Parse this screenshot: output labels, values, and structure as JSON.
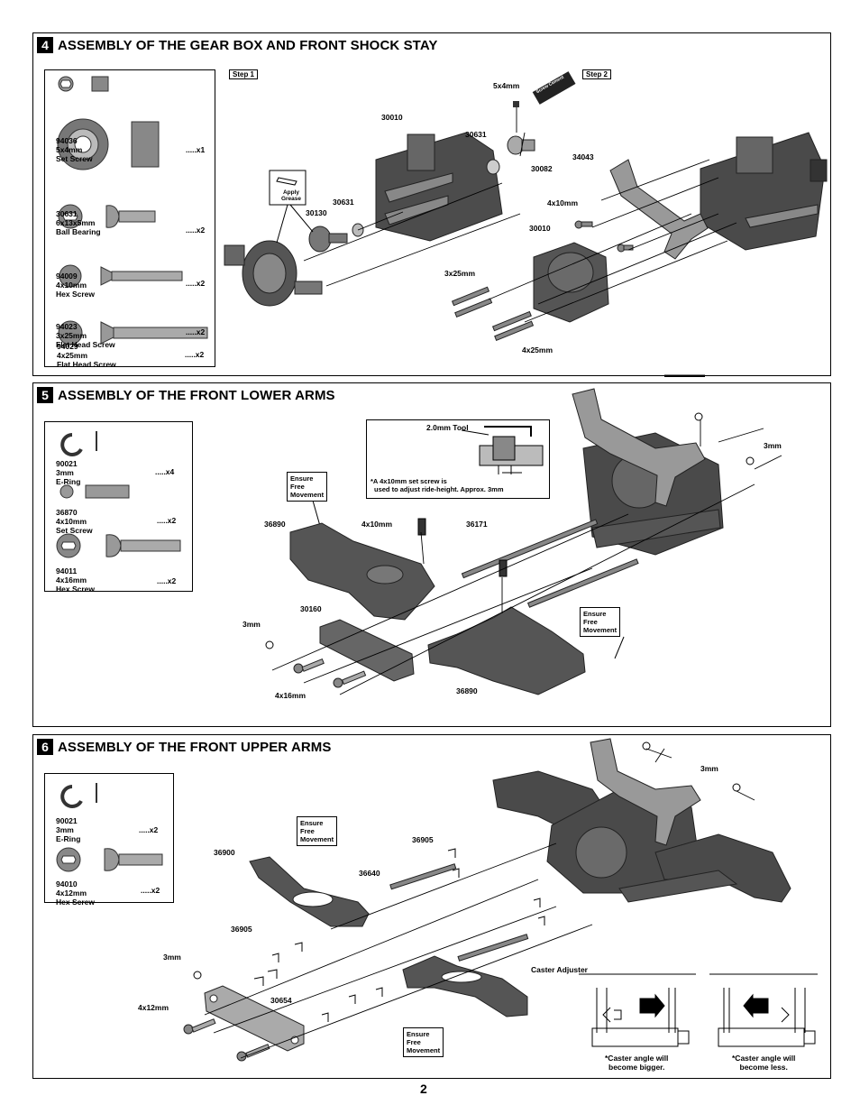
{
  "page_number": "2",
  "sections": [
    {
      "number": "4",
      "title": "ASSEMBLY OF THE GEAR BOX AND FRONT SHOCK STAY",
      "parts": [
        {
          "code": "94036",
          "size": "5x4mm",
          "name": "Set Screw",
          "qty": ".....x1"
        },
        {
          "code": "30631",
          "size": "6x13x5mm",
          "name": "Ball Bearing",
          "qty": ".....x2"
        },
        {
          "code": "94009",
          "size": "4x10mm",
          "name": "Hex Screw",
          "qty": ".....x2"
        },
        {
          "code": "94023",
          "size": "3x25mm",
          "name": "Flat Head Screw",
          "qty": ".....x2"
        },
        {
          "code": "94029",
          "size": "4x25mm",
          "name": "Flat Head Screw",
          "qty": ".....x2"
        }
      ],
      "step1": "Step 1",
      "step2": "Step 2",
      "apply_grease": "Apply Grease",
      "screw_cement": "Screw Cement",
      "labels": {
        "l5x4": "5x4mm",
        "l30010a": "30010",
        "l30631a": "30631",
        "l30082": "30082",
        "l30631b": "30631",
        "l30130": "30130",
        "l34043": "34043",
        "l4x10": "4x10mm",
        "l30010b": "30010",
        "l3x25": "3x25mm",
        "l4x25": "4x25mm"
      }
    },
    {
      "number": "5",
      "title": "ASSEMBLY OF THE FRONT LOWER ARMS",
      "parts": [
        {
          "code": "90021",
          "size": "3mm",
          "name": "E-Ring",
          "qty": ".....x4"
        },
        {
          "code": "36870",
          "size": "4x10mm",
          "name": "Set Screw",
          "qty": ".....x2"
        },
        {
          "code": "94011",
          "size": "4x16mm",
          "name": "Hex Screw",
          "qty": ".....x2"
        }
      ],
      "tool_label": "2.0mm Tool",
      "tool_note_1": "*A 4x10mm set screw is",
      "tool_note_2": "used to adjust ride-height.  Approx. 3mm",
      "ensure1": [
        "Ensure",
        "Free",
        "Movement"
      ],
      "ensure2": [
        "Ensure",
        "Free",
        "Movement"
      ],
      "labels": {
        "l36890a": "36890",
        "l4x10": "4x10mm",
        "l36171": "36171",
        "l3mm_a": "3mm",
        "l30160": "30160",
        "l3mm_b": "3mm",
        "l4x16": "4x16mm",
        "l36890b": "36890"
      }
    },
    {
      "number": "6",
      "title": "ASSEMBLY OF THE FRONT UPPER ARMS",
      "parts": [
        {
          "code": "90021",
          "size": "3mm",
          "name": "E-Ring",
          "qty": ".....x2"
        },
        {
          "code": "94010",
          "size": "4x12mm",
          "name": "Hex Screw",
          "qty": ".....x2"
        }
      ],
      "ensure1": [
        "Ensure",
        "Free",
        "Movement"
      ],
      "ensure2": [
        "Ensure",
        "Free",
        "Movement"
      ],
      "caster_title": "Caster Adjuster",
      "caster_bigger_1": "*Caster angle will",
      "caster_bigger_2": "become bigger.",
      "caster_less_1": "*Caster angle will",
      "caster_less_2": "become less.",
      "labels": {
        "l36900": "36900",
        "l36905a": "36905",
        "l36640": "36640",
        "l3mm_top": "3mm",
        "l36905b": "36905",
        "l3mm": "3mm",
        "l4x12": "4x12mm",
        "l30654": "30654"
      }
    }
  ]
}
